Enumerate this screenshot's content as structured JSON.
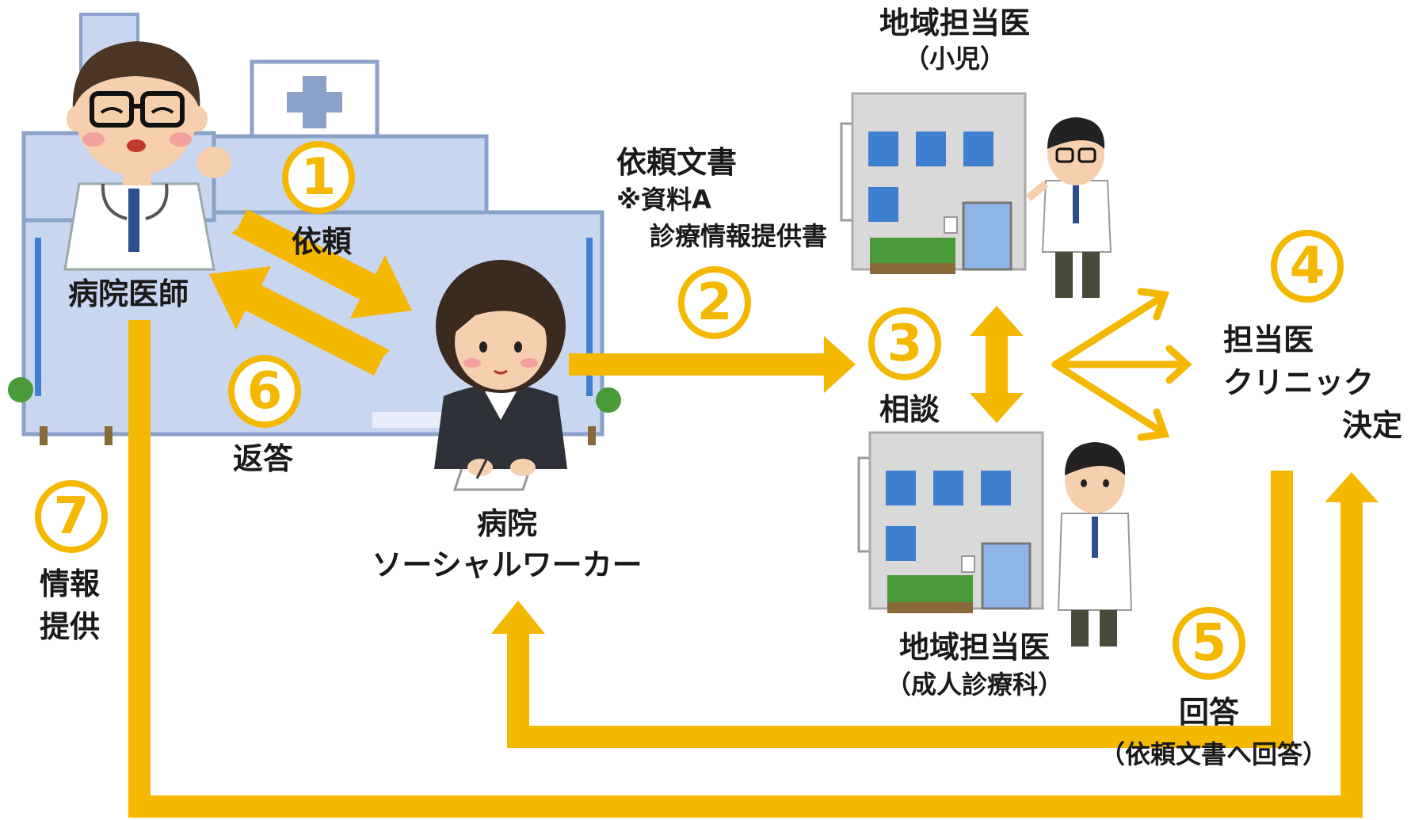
{
  "colors": {
    "accent": "#f4b800",
    "hospital": "#c9d6ef",
    "clinic_wall": "#d9d9d9",
    "window": "#3f7fd0",
    "text": "#1a1a1a"
  },
  "steps": [
    {
      "number": "1",
      "label": "依頼"
    },
    {
      "number": "2",
      "label": "依頼文書"
    },
    {
      "number": "3",
      "label": "相談"
    },
    {
      "number": "4",
      "label": "担当医クリニック決定"
    },
    {
      "number": "5",
      "label": "回答"
    },
    {
      "number": "6",
      "label": "返答"
    },
    {
      "number": "7",
      "label": "情報提供"
    }
  ],
  "labels": {
    "hospital_doctor": "病院医師",
    "request": "依頼",
    "reply": "返答",
    "social_worker_line1": "病院",
    "social_worker_line2": "ソーシャルワーカー",
    "document_title": "依頼文書",
    "document_note1": "※資料A",
    "document_note2": "診療情報提供書",
    "pediatric_doctor_line1": "地域担当医",
    "pediatric_doctor_line2": "（小児）",
    "consult": "相談",
    "adult_doctor_line1": "地域担当医",
    "adult_doctor_line2": "（成人診療科）",
    "decision_line1": "担当医",
    "decision_line2": "クリニック",
    "decision_line3": "決定",
    "answer": "回答",
    "answer_note": "（依頼文書へ回答）",
    "info_line1": "情報",
    "info_line2": "提供"
  },
  "icons": [
    "hospital-building-icon",
    "doctor-icon",
    "social-worker-icon",
    "clinic-building-icon",
    "clinic-doctor-icon"
  ]
}
